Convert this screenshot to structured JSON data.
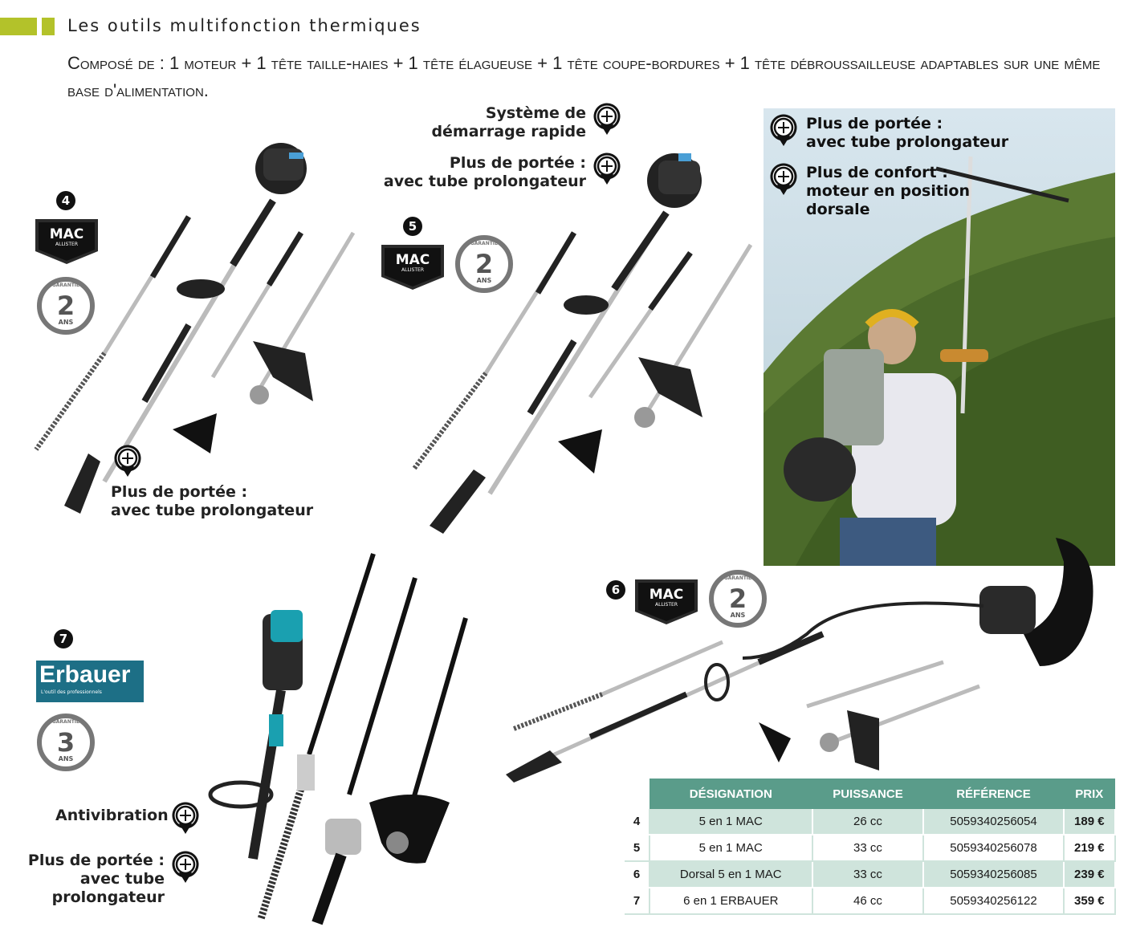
{
  "header": {
    "title": "Les outils multifonction thermiques",
    "subtitle": "Composé de : 1 moteur + 1 tête taille-haies + 1 tête élagueuse + 1 tête coupe-bordures + 1 tête débroussailleuse adaptables sur une même base d'alimentation.",
    "accent_color": "#b3c22a"
  },
  "products": {
    "p4": {
      "number": "4",
      "brand_line1": "MAC",
      "brand_line2": "ALLISTER",
      "guarantee_label": "GARANTIE",
      "guarantee_years": "2",
      "guarantee_unit": "ANS",
      "feature1_line1": "Plus de portée :",
      "feature1_line2": "avec tube prolongateur"
    },
    "p5": {
      "number": "5",
      "brand_line1": "MAC",
      "brand_line2": "ALLISTER",
      "guarantee_label": "GARANTIE",
      "guarantee_years": "2",
      "guarantee_unit": "ANS",
      "feature1_line1": "Système de",
      "feature1_line2": "démarrage rapide",
      "feature2_line1": "Plus de portée :",
      "feature2_line2": "avec tube prolongateur"
    },
    "p6": {
      "number": "6",
      "brand_line1": "MAC",
      "brand_line2": "ALLISTER",
      "guarantee_label": "GARANTIE",
      "guarantee_years": "2",
      "guarantee_unit": "ANS",
      "feature1_line1": "Plus de portée :",
      "feature1_line2": "avec tube prolongateur",
      "feature2_line1": "Plus de confort :",
      "feature2_line2": "moteur en position",
      "feature2_line3": "dorsale"
    },
    "p7": {
      "number": "7",
      "brand": "Erbauer",
      "brand_tagline": "L'outil des professionnels",
      "guarantee_label": "GARANTIE",
      "guarantee_years": "3",
      "guarantee_unit": "ANS",
      "feature1": "Antivibration",
      "feature2_line1": "Plus de portée :",
      "feature2_line2": "avec tube",
      "feature2_line3": "prolongateur"
    }
  },
  "table": {
    "headers": [
      "DÉSIGNATION",
      "PUISSANCE",
      "RÉFÉRENCE",
      "PRIX"
    ],
    "rows": [
      {
        "idx": "4",
        "designation": "5 en 1 MAC",
        "puissance": "26 cc",
        "reference": "5059340256054",
        "prix": "189 €"
      },
      {
        "idx": "5",
        "designation": "5 en 1 MAC",
        "puissance": "33 cc",
        "reference": "5059340256078",
        "prix": "219 €"
      },
      {
        "idx": "6",
        "designation": "Dorsal 5 en 1 MAC",
        "puissance": "33 cc",
        "reference": "5059340256085",
        "prix": "239 €"
      },
      {
        "idx": "7",
        "designation": "6 en 1 ERBAUER",
        "puissance": "46 cc",
        "reference": "5059340256122",
        "prix": "359 €"
      }
    ],
    "header_color": "#5a9c8a",
    "row_tint": "#cfe4dc"
  },
  "icons": [
    "plus-pin-icon",
    "number-badge",
    "mac-allister-logo",
    "guarantee-badge",
    "erbauer-logo"
  ]
}
